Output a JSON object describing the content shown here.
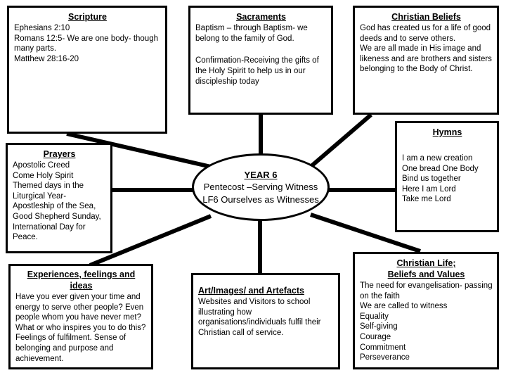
{
  "diagram": {
    "type": "mind-map",
    "center": {
      "title": "YEAR 6",
      "body": "Pentecost –Serving Witness\nLF6 Ourselves as Witnesses"
    },
    "nodes": [
      {
        "id": "scripture",
        "title": "Scripture",
        "body": "Ephesians 2:10\nRomans 12:5- We are one body- though many parts.\nMatthew 28:16-20"
      },
      {
        "id": "sacraments",
        "title": "Sacraments",
        "body": "Baptism – through Baptism- we belong to the family of God.\n\nConfirmation-Receiving the gifts of the Holy Spirit to help us in our discipleship today"
      },
      {
        "id": "beliefs",
        "title": "Christian Beliefs",
        "body": "God has created us for a life of good deeds and to serve others.\nWe are all made in His image and likeness and are brothers and sisters belonging to the Body of Christ."
      },
      {
        "id": "hymns",
        "title": "Hymns",
        "body": "I am a new creation\nOne bread One Body\nBind us together\nHere I am Lord\nTake me Lord"
      },
      {
        "id": "prayers",
        "title": "Prayers",
        "body": "Apostolic Creed\nCome Holy Spirit\nThemed days in the Liturgical Year-\nApostleship of the Sea, Good Shepherd Sunday, International Day for Peace."
      },
      {
        "id": "experiences",
        "title": "Experiences, feelings and ideas",
        "body": "Have you ever given your time and energy to serve other people? Even people whom you have never met? What or who inspires you to do this? Feelings of fulfilment. Sense of belonging and purpose and achievement."
      },
      {
        "id": "art",
        "title": "Art/Images/ and Artefacts",
        "body": "Websites and Visitors to school illustrating how organisations/individuals fulfil their Christian call of service."
      },
      {
        "id": "christian-life",
        "title": "Christian Life;\nBeliefs and Values",
        "body": "The need for evangelisation- passing on the faith\nWe are called to witness\nEquality\nSelf-giving\nCourage\nCommitment\nPerseverance"
      }
    ],
    "colors": {
      "border": "#000000",
      "background": "#ffffff",
      "text": "#000000"
    }
  }
}
